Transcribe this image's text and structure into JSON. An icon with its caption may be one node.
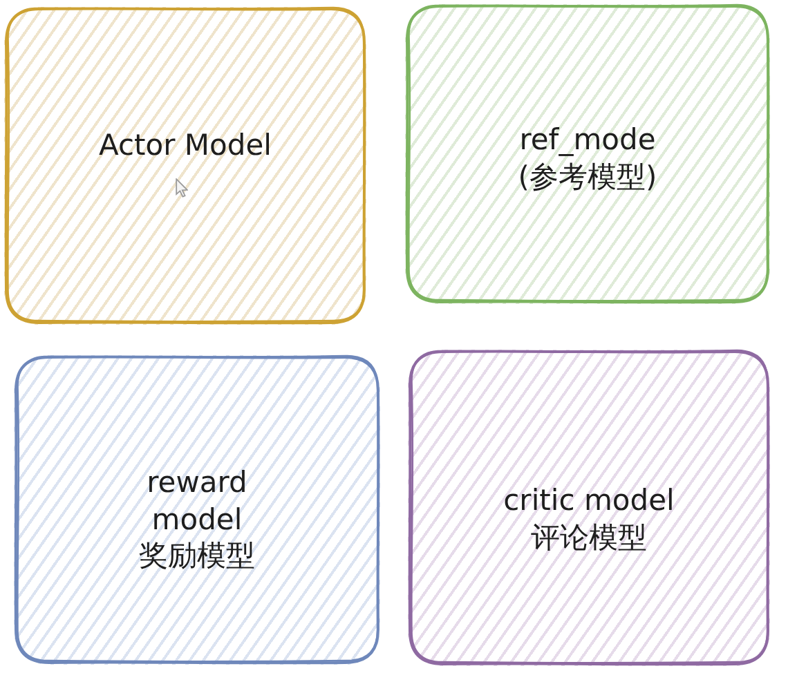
{
  "diagram": {
    "nodes": [
      {
        "text": [
          "Actor Model"
        ]
      },
      {
        "text": [
          "ref_mode (参考模型)"
        ]
      },
      {
        "text": [
          "reward model 奖励模型"
        ]
      },
      {
        "text": [
          "critic model 评论模型"
        ]
      }
    ]
  }
}
